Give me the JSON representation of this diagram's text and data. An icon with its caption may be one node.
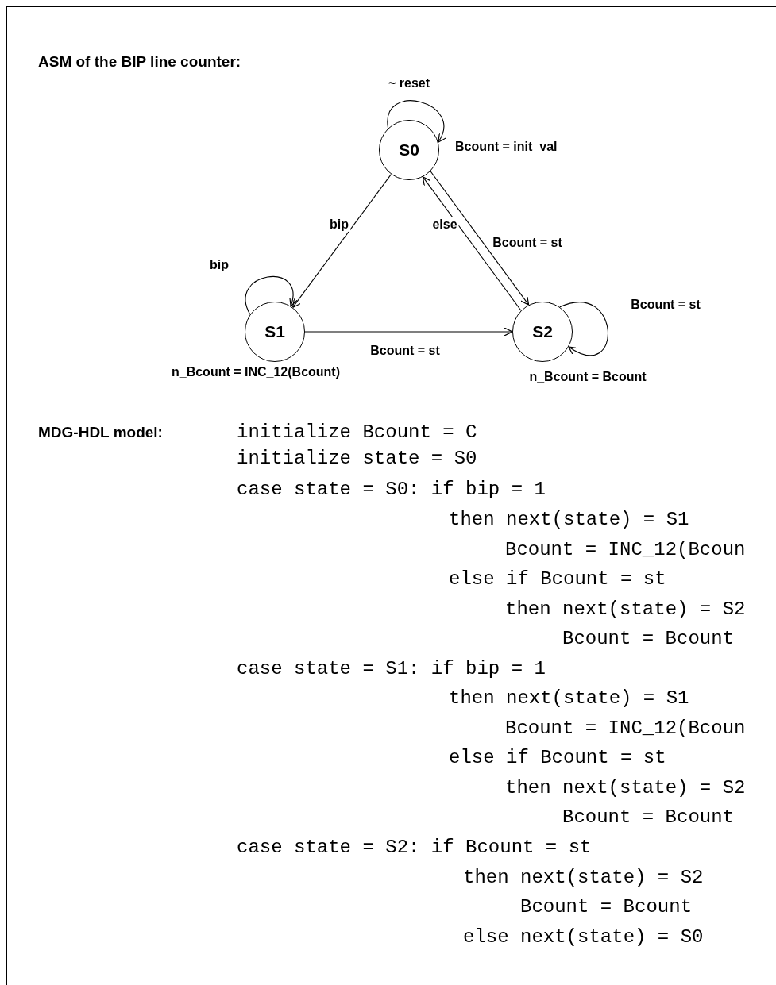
{
  "diagram": {
    "title": "ASM of the BIP line counter:",
    "nodes": [
      {
        "text": [
          "S0"
        ],
        "beside": [
          "Bcount = init_val"
        ]
      },
      {
        "text": [
          "S1"
        ],
        "beside": [
          "n_Bcount = INC_12(Bcount)"
        ]
      },
      {
        "text": [
          "S2"
        ],
        "beside": [
          "n_Bcount = Bcount"
        ]
      }
    ],
    "edges": [
      {
        "from": 0,
        "to": 0,
        "arrow": "to",
        "label": "~ reset"
      },
      {
        "from": 0,
        "to": 1,
        "arrow": "to",
        "label": "bip"
      },
      {
        "from": 0,
        "to": 2,
        "arrow": "to",
        "label": "Bcount = st"
      },
      {
        "from": 2,
        "to": 0,
        "arrow": "to",
        "label": "else"
      },
      {
        "from": 1,
        "to": 1,
        "arrow": "to",
        "label": "bip"
      },
      {
        "from": 1,
        "to": 2,
        "arrow": "to",
        "label": "Bcount = st"
      },
      {
        "from": 2,
        "to": 2,
        "arrow": "to",
        "label": "Bcount = st"
      }
    ],
    "labels": [
      "MDG-HDL model:",
      "initialize Bcount = C",
      "initialize state = S0",
      "case state = S0: if bip = 1",
      "then next(state) = S1",
      "Bcount = INC_12(Bcoun",
      "else if Bcount = st",
      "then next(state) = S2",
      "Bcount = Bcount",
      "case state = S1: if bip = 1",
      "then next(state) = S1",
      "Bcount = INC_12(Bcoun",
      "else if Bcount = st",
      "then next(state) = S2",
      "Bcount = Bcount",
      "case state = S2: if Bcount = st",
      "then next(state) = S2",
      "Bcount = Bcount",
      "else next(state) = S0"
    ]
  }
}
